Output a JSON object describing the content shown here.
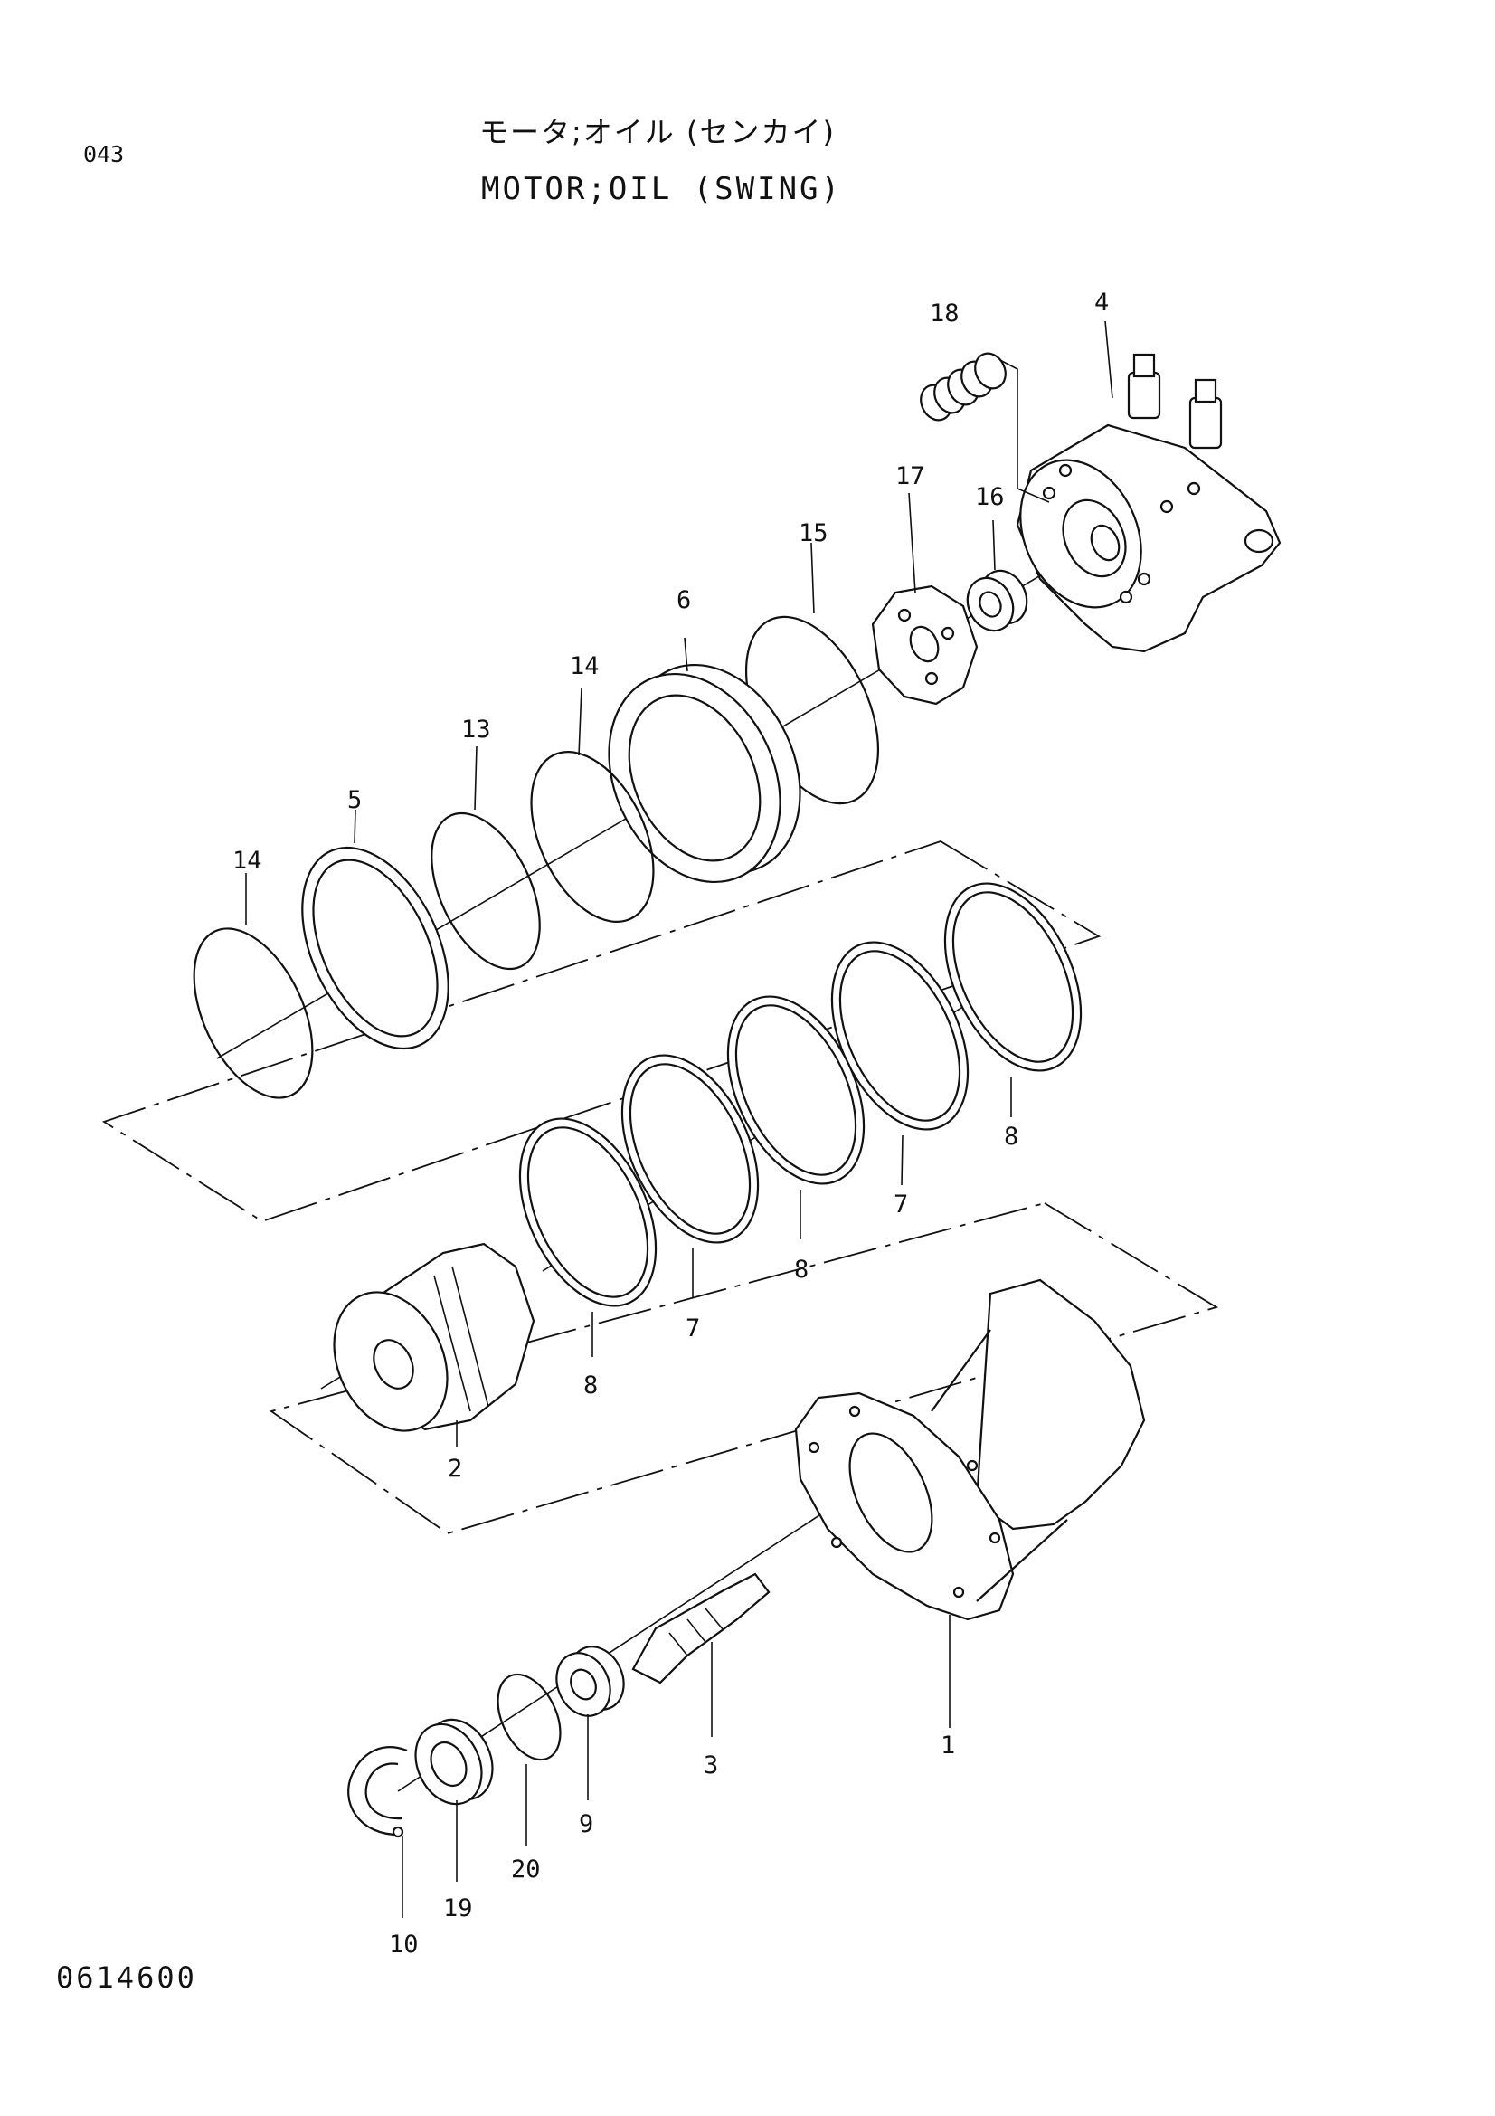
{
  "header": {
    "page_number": "043",
    "title_jp": "モータ;オイル (センカイ)",
    "title_en": "MOTOR;OIL (SWING)"
  },
  "footer": {
    "drawing_number": "0614600"
  },
  "callouts": {
    "c18": "18",
    "c4": "4",
    "c17": "17",
    "c16": "16",
    "c15": "15",
    "c6": "6",
    "c14a": "14",
    "c13": "13",
    "c5": "5",
    "c14b": "14",
    "c8a": "8",
    "c7a": "7",
    "c8b": "8",
    "c7b": "7",
    "c8c": "8",
    "c2": "2",
    "c1": "1",
    "c3": "3",
    "c9": "9",
    "c20": "20",
    "c19": "19",
    "c10": "10"
  }
}
